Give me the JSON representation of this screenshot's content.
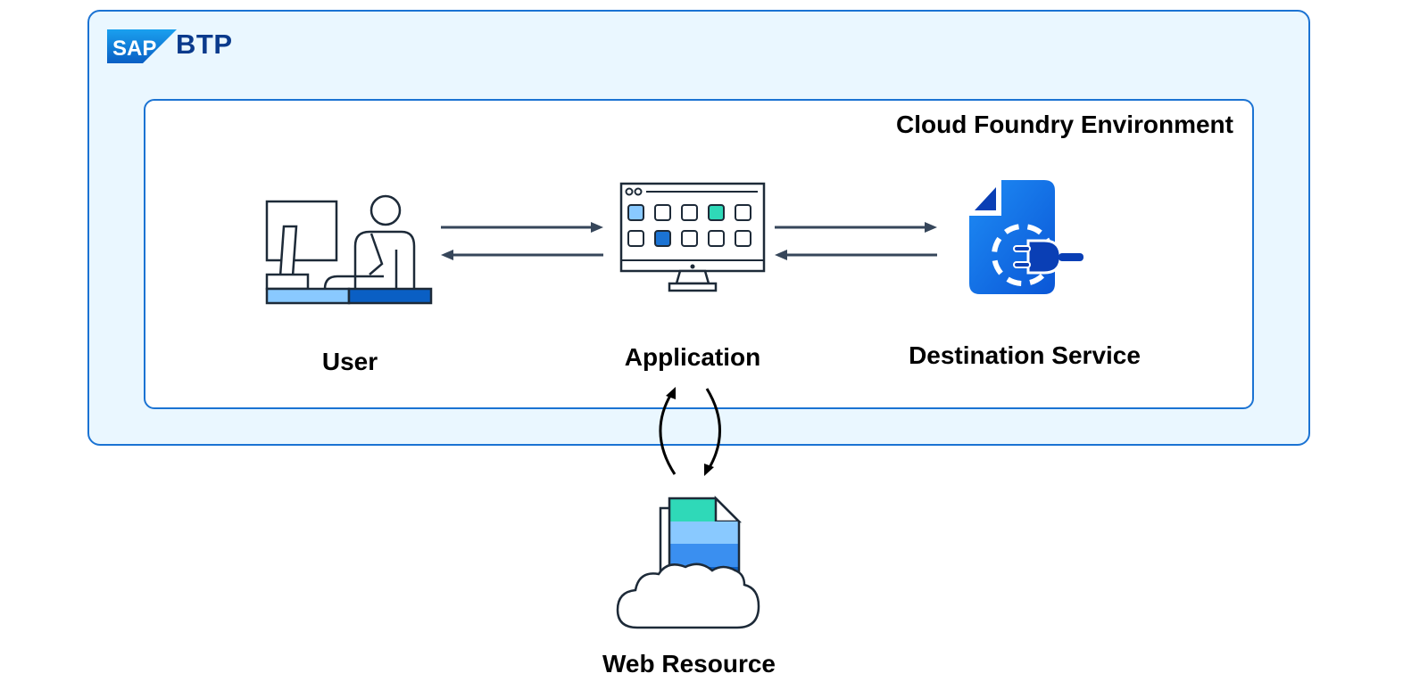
{
  "platform": {
    "logo_text": "SAP",
    "name": "BTP"
  },
  "environment": {
    "title": "Cloud Foundry Environment"
  },
  "nodes": {
    "user": "User",
    "application": "Application",
    "destination_service": "Destination Service",
    "web_resource": "Web Resource"
  },
  "icons": {
    "user": "user-at-desk-icon",
    "application": "app-monitor-icon",
    "destination_service": "destination-plug-icon",
    "web_resource": "cloud-document-icon"
  },
  "colors": {
    "border_blue": "#1b73d3",
    "outer_fill": "#eaf7ff",
    "arrow": "#36465a",
    "accent_teal": "#2fd9b8",
    "accent_light_blue": "#89c9ff",
    "accent_blue": "#1b73d3",
    "sap_blue": "#0a6ed1"
  }
}
